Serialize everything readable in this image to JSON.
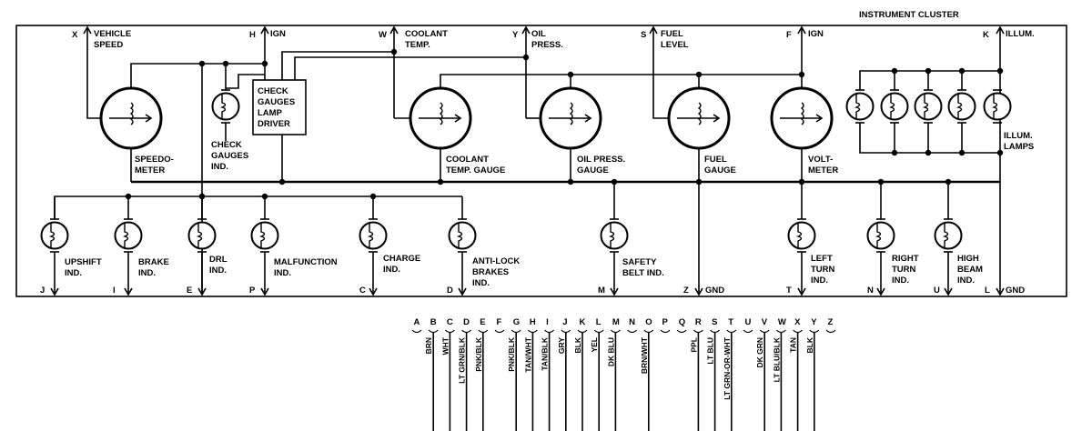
{
  "title": "INSTRUMENT CLUSTER",
  "top_terminals": [
    {
      "pin": "X",
      "lines": [
        "VEHICLE",
        "SPEED"
      ]
    },
    {
      "pin": "H",
      "lines": [
        "IGN"
      ]
    },
    {
      "pin": "W",
      "lines": [
        "COOLANT",
        "TEMP."
      ]
    },
    {
      "pin": "Y",
      "lines": [
        "OIL",
        "PRESS."
      ]
    },
    {
      "pin": "S",
      "lines": [
        "FUEL",
        "LEVEL"
      ]
    },
    {
      "pin": "F",
      "lines": [
        "IGN"
      ]
    },
    {
      "pin": "K",
      "lines": [
        "ILLUM."
      ]
    }
  ],
  "gauges": [
    {
      "lines": [
        "SPEEDO-",
        "METER"
      ]
    },
    {
      "lines": [
        "COOLANT",
        "TEMP. GAUGE"
      ]
    },
    {
      "lines": [
        "OIL PRESS.",
        "GAUGE"
      ]
    },
    {
      "lines": [
        "FUEL",
        "GAUGE"
      ]
    },
    {
      "lines": [
        "VOLT-",
        "METER"
      ]
    }
  ],
  "check_gauges_ind": [
    "CHECK",
    "GAUGES",
    "IND."
  ],
  "driver_box": [
    "CHECK",
    "GAUGES",
    "LAMP",
    "DRIVER"
  ],
  "illum_lamps": [
    "ILLUM.",
    "LAMPS"
  ],
  "bottom_terminals": [
    {
      "pin": "J",
      "lines": [
        "UPSHIFT",
        "IND."
      ]
    },
    {
      "pin": "I",
      "lines": [
        "BRAKE",
        "IND."
      ]
    },
    {
      "pin": "E",
      "lines": [
        "DRL",
        "IND."
      ]
    },
    {
      "pin": "P",
      "lines": [
        "MALFUNCTION",
        "IND."
      ]
    },
    {
      "pin": "C",
      "lines": [
        "CHARGE",
        "IND."
      ]
    },
    {
      "pin": "D",
      "lines": [
        "ANTI-LOCK",
        "BRAKES",
        "IND."
      ]
    },
    {
      "pin": "M",
      "lines": [
        "SAFETY",
        "BELT IND."
      ]
    },
    {
      "pin": "Z",
      "lines": [
        "GND"
      ]
    },
    {
      "pin": "T",
      "lines": [
        "LEFT",
        "TURN",
        "IND."
      ]
    },
    {
      "pin": "N",
      "lines": [
        "RIGHT",
        "TURN",
        "IND."
      ]
    },
    {
      "pin": "U",
      "lines": [
        "HIGH",
        "BEAM",
        "IND."
      ]
    },
    {
      "pin": "L",
      "lines": [
        "GND"
      ]
    }
  ],
  "connector_pins": [
    "A",
    "B",
    "C",
    "D",
    "E",
    "F",
    "G",
    "H",
    "I",
    "J",
    "K",
    "L",
    "M",
    "N",
    "O",
    "P",
    "Q",
    "R",
    "S",
    "T",
    "U",
    "V",
    "W",
    "X",
    "Y",
    "Z"
  ],
  "wires": [
    {
      "pin": "B",
      "color": "BRN"
    },
    {
      "pin": "C",
      "color": "WHT"
    },
    {
      "pin": "D",
      "color": "LT GRN/BLK"
    },
    {
      "pin": "E",
      "color": "PNK/BLK"
    },
    {
      "pin": "G",
      "color": "PNK/BLK"
    },
    {
      "pin": "H",
      "color": "TAN/WHT"
    },
    {
      "pin": "I",
      "color": "TAN/BLK"
    },
    {
      "pin": "J",
      "color": "GRY"
    },
    {
      "pin": "K",
      "color": "BLK"
    },
    {
      "pin": "L",
      "color": "YEL"
    },
    {
      "pin": "M",
      "color": "DK BLU"
    },
    {
      "pin": "O",
      "color": "BRN/WHT"
    },
    {
      "pin": "R",
      "color": "PPL"
    },
    {
      "pin": "S",
      "color": "LT BLU"
    },
    {
      "pin": "T",
      "color": "LT GRN-OR-WHT"
    },
    {
      "pin": "V",
      "color": "DK GRN"
    },
    {
      "pin": "W",
      "color": "LT BLU/BLK"
    },
    {
      "pin": "X",
      "color": "TAN"
    },
    {
      "pin": "Y",
      "color": "BLK"
    }
  ]
}
